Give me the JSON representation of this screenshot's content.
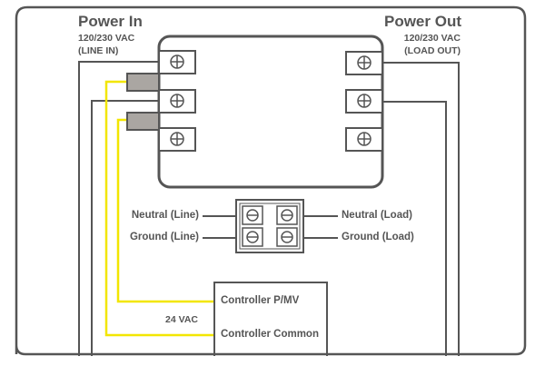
{
  "power_in": {
    "title": "Power In",
    "voltage": "120/230 VAC",
    "note": "(LINE IN)"
  },
  "power_out": {
    "title": "Power Out",
    "voltage": "120/230 VAC",
    "note": "(LOAD OUT)"
  },
  "terminal_block": {
    "left_labels": [
      "Neutral (Line)",
      "Ground (Line)"
    ],
    "right_labels": [
      "Neutral (Load)",
      "Ground (Load)"
    ]
  },
  "controller": {
    "terminals": [
      "Controller P/MV",
      "Controller Common"
    ],
    "voltage_label": "24 VAC"
  },
  "colors": {
    "wire": "#555555",
    "low_voltage_wire": "#f2e600",
    "connector_fill": "#aaa6a2"
  }
}
